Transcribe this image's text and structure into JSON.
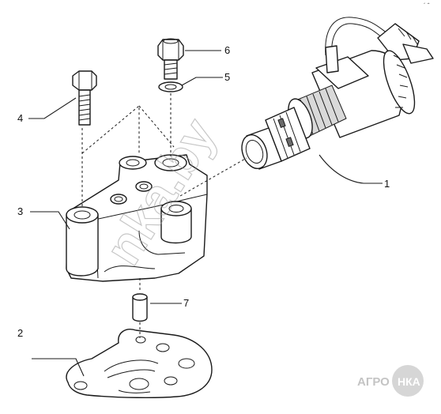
{
  "callouts": [
    {
      "id": "1",
      "label": "1"
    },
    {
      "id": "2",
      "label": "2"
    },
    {
      "id": "3",
      "label": "3"
    },
    {
      "id": "4",
      "label": "4"
    },
    {
      "id": "5",
      "label": "5"
    },
    {
      "id": "6",
      "label": "6"
    },
    {
      "id": "7",
      "label": "7"
    }
  ],
  "watermark": {
    "text": "nka.by"
  },
  "logo": {
    "text_left": "АГРО",
    "text_right": "НКА"
  },
  "corner_mark": {
    "text": "´ ˆ"
  }
}
